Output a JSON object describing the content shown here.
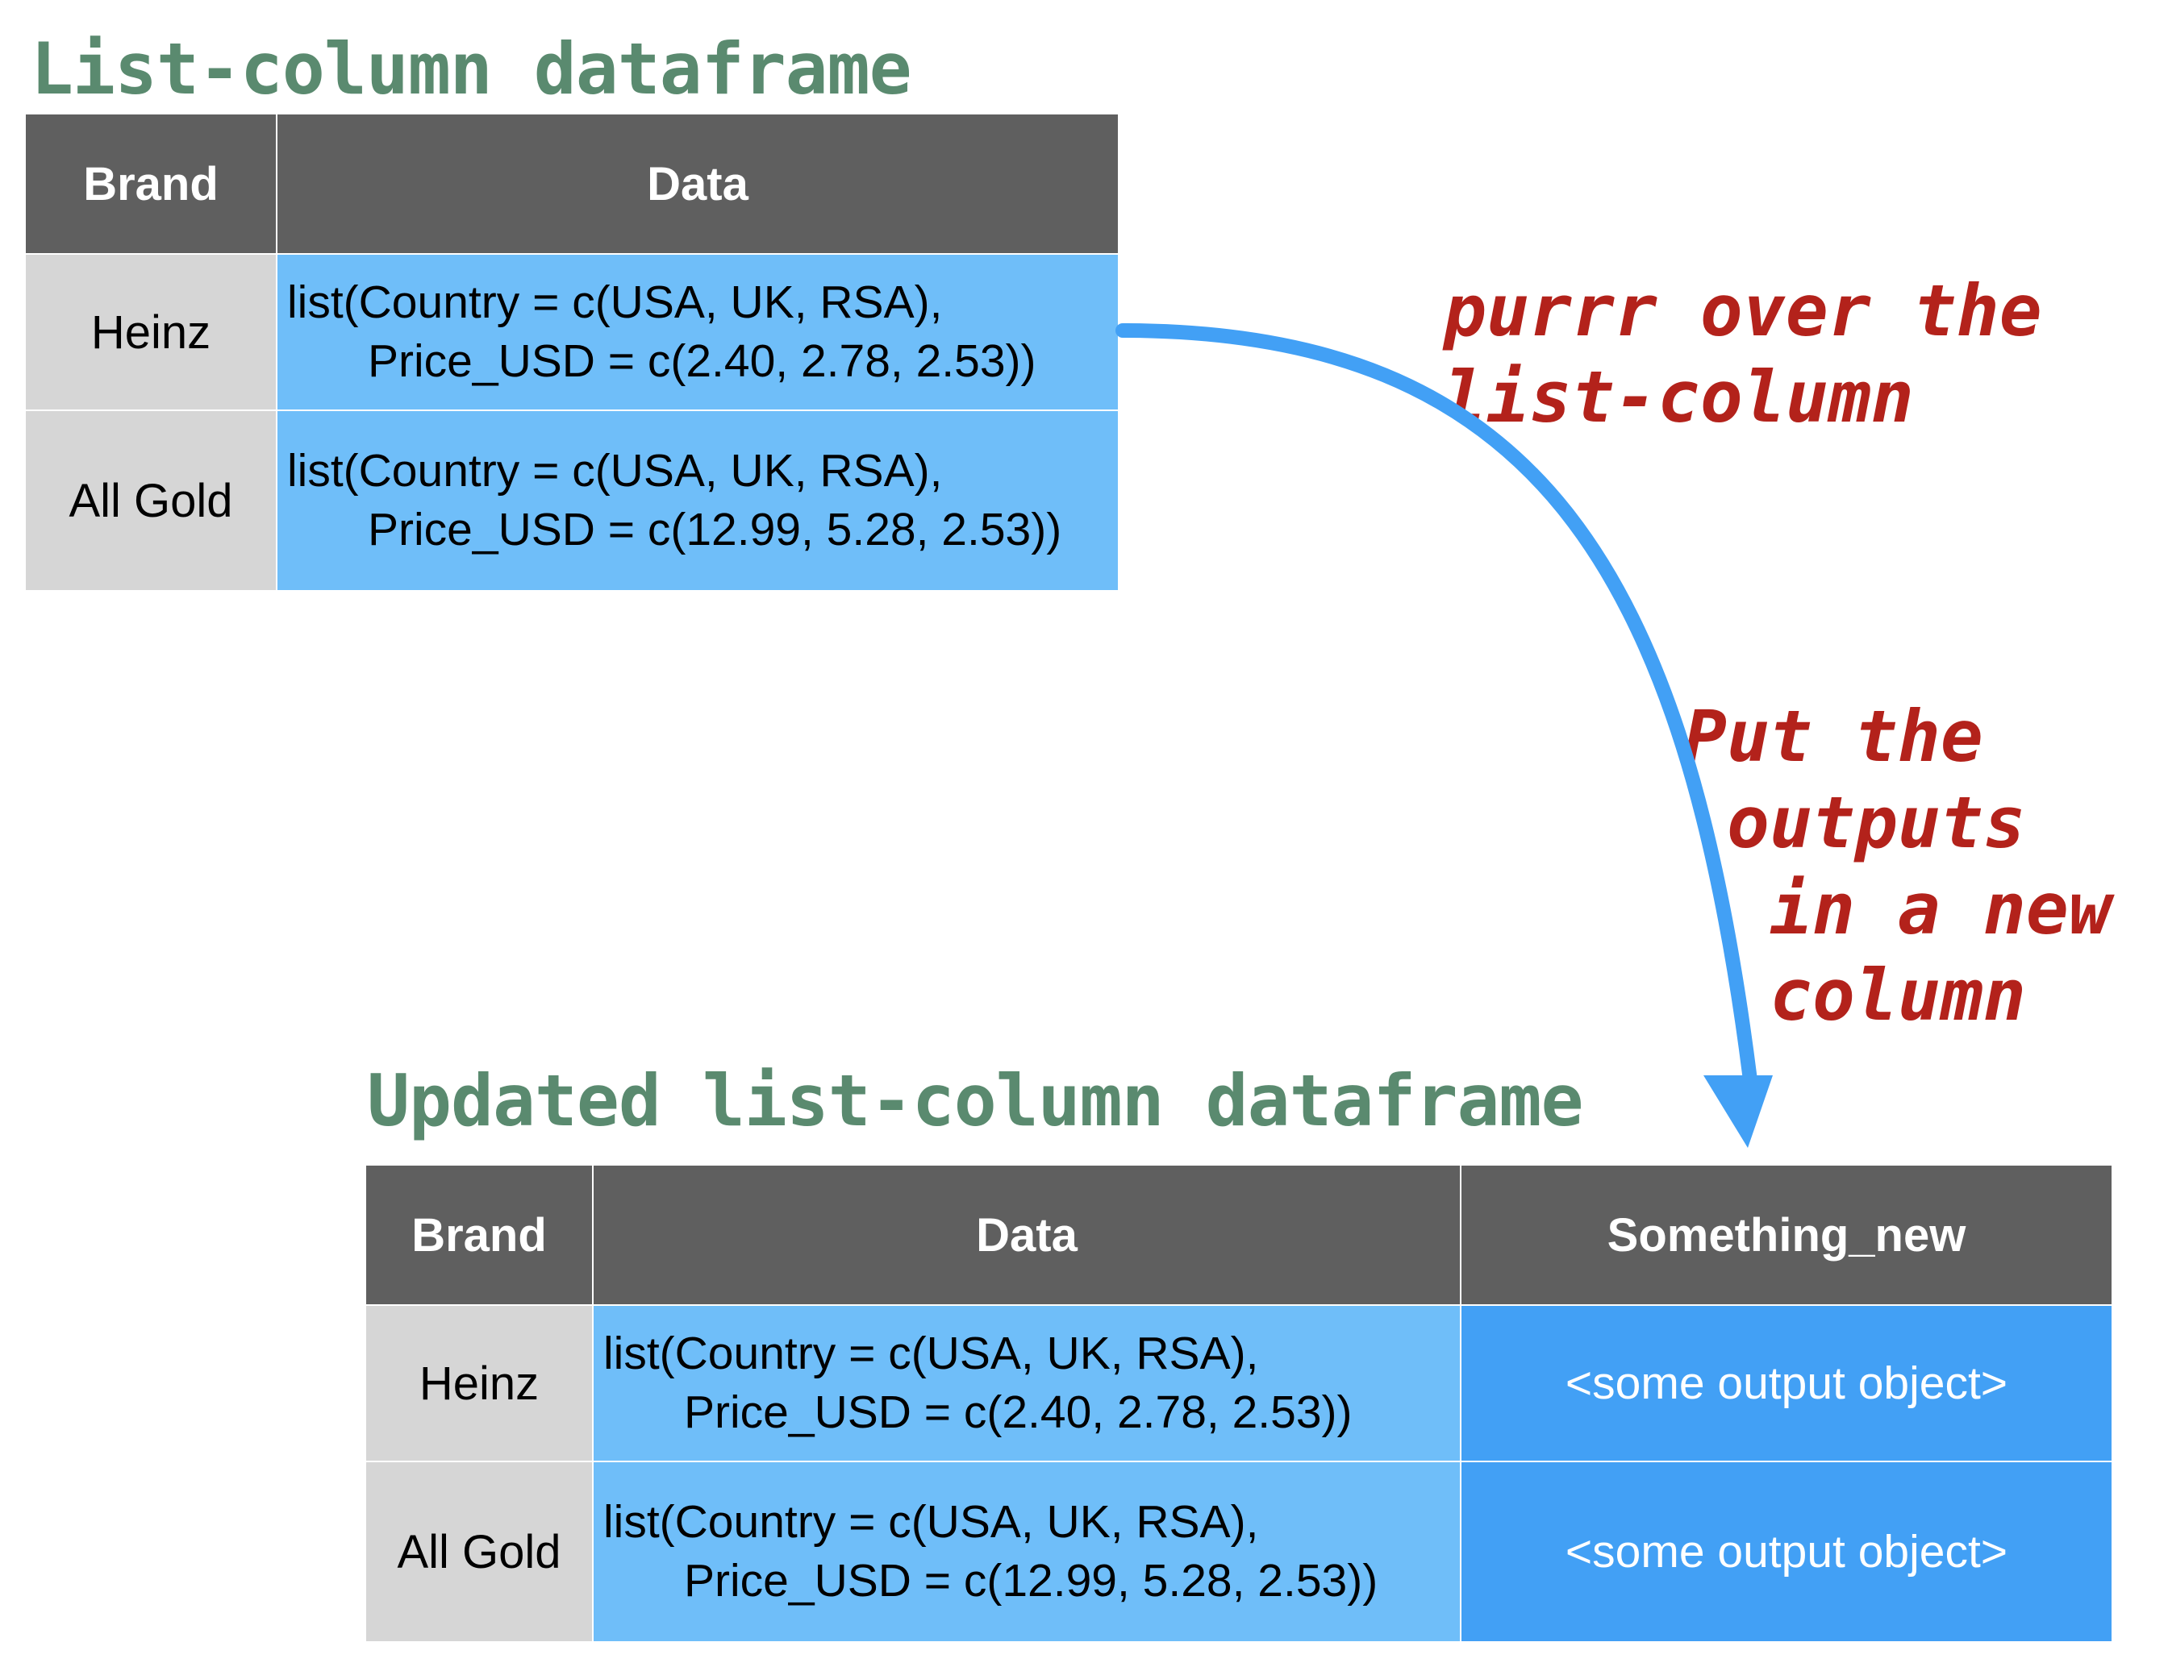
{
  "top": {
    "title": "List-column dataframe",
    "headers": [
      "Brand",
      "Data"
    ],
    "rows": [
      {
        "brand": "Heinz",
        "line1": "list(Country = c(USA, UK, RSA),",
        "line2": "Price_USD = c(2.40, 2.78, 2.53))"
      },
      {
        "brand": "All Gold",
        "line1": "list(Country = c(USA, UK, RSA),",
        "line2": "Price_USD = c(12.99, 5.28, 2.53))"
      }
    ]
  },
  "bottom": {
    "title": "Updated list-column dataframe",
    "headers": [
      "Brand",
      "Data",
      "Something_new"
    ],
    "rows": [
      {
        "brand": "Heinz",
        "line1": "list(Country = c(USA, UK, RSA),",
        "line2": "Price_USD = c(2.40, 2.78, 2.53))",
        "new": "<some output object>"
      },
      {
        "brand": "All Gold",
        "line1": "list(Country = c(USA, UK, RSA),",
        "line2": "Price_USD = c(12.99, 5.28, 2.53))",
        "new": "<some output object>"
      }
    ]
  },
  "annotations": {
    "purrr": "purrr over the\nlist-column",
    "put": "Put the\n outputs\n  in a new\n  column"
  },
  "colors": {
    "title": "#5a8a6f",
    "header_bg": "#5f5f5f",
    "brand_bg": "#d6d6d6",
    "data_bg": "#6fbef9",
    "new_bg": "#42a0f5",
    "annotation": "#b3221b",
    "arrow": "#42a0f5"
  },
  "icons": {
    "arrow": "curved-arrow"
  }
}
